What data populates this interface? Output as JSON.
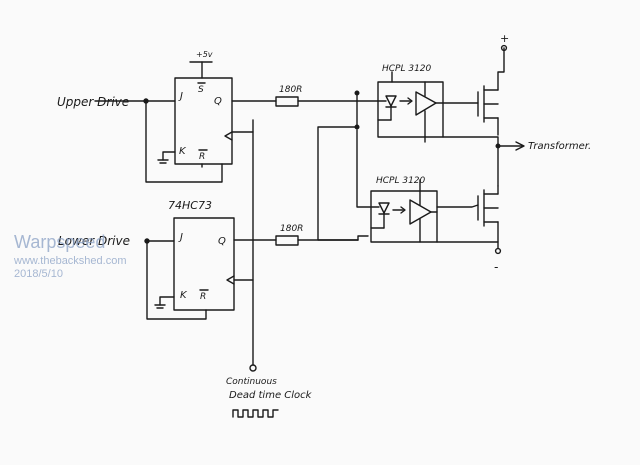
{
  "labels": {
    "upper_drive": "Upper Drive",
    "lower_drive": "Lower Drive",
    "ic_part": "74HC73",
    "vcc": "+5v",
    "resistor_top": "180R",
    "resistor_bottom": "180R",
    "opto_top": "HCPL 3120",
    "opto_bottom": "HCPL 3120",
    "plus": "+",
    "minus": "-",
    "transformer": "Transformer.",
    "clock_line1": "Continuous",
    "clock_line2": "Dead time Clock"
  },
  "pins": {
    "j": "J",
    "q": "Q",
    "k": "K",
    "s": "S",
    "r": "R"
  },
  "watermark": {
    "title": "Warpspeed",
    "site": "www.thebackshed.com",
    "date": "2018/5/10"
  }
}
